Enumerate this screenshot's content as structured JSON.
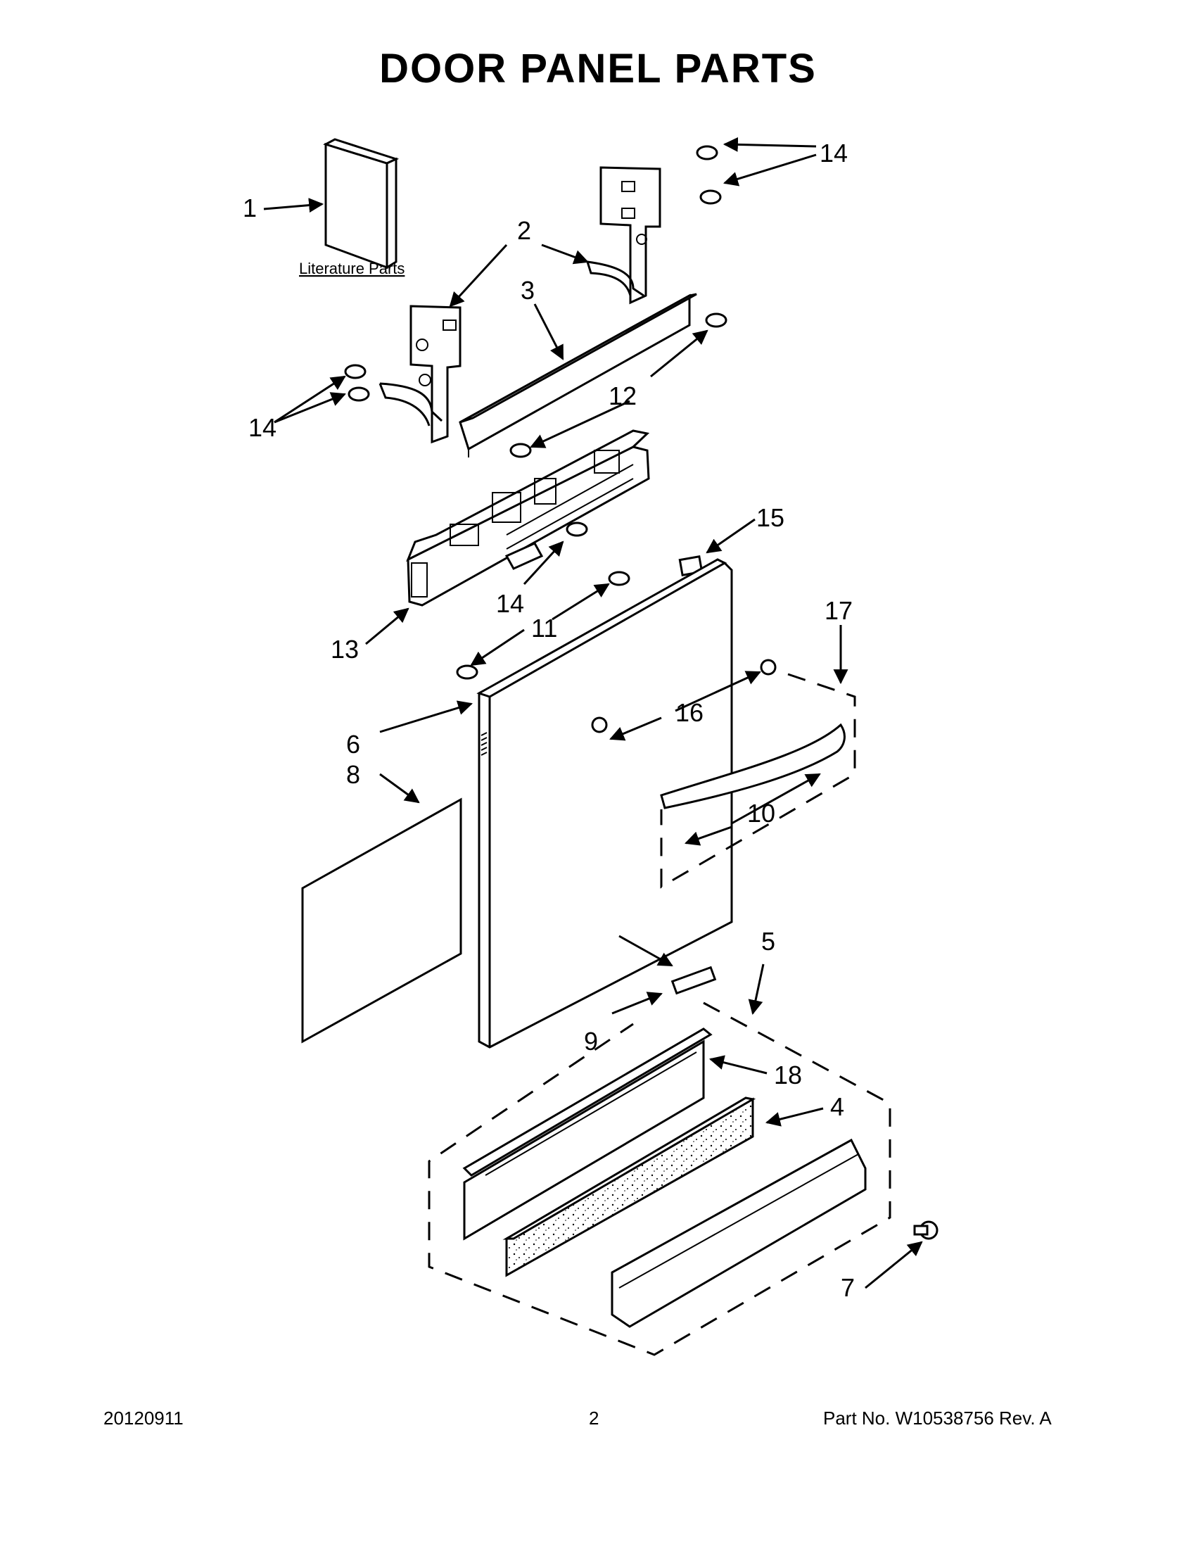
{
  "page": {
    "title": "DOOR PANEL PARTS",
    "literature_label": "Literature Parts",
    "footer": {
      "date": "20120911",
      "page_number": "2",
      "part_no": "Part No.  W10538756  Rev.  A"
    }
  },
  "callouts": {
    "c1": "1",
    "c2": "2",
    "c3": "3",
    "c4": "4",
    "c5": "5",
    "c6": "6",
    "c7": "7",
    "c8": "8",
    "c9": "9",
    "c10": "10",
    "c11": "11",
    "c12": "12",
    "c13": "13",
    "c14a": "14",
    "c14b": "14",
    "c14c": "14",
    "c15": "15",
    "c16": "16",
    "c17": "17",
    "c18": "18"
  }
}
